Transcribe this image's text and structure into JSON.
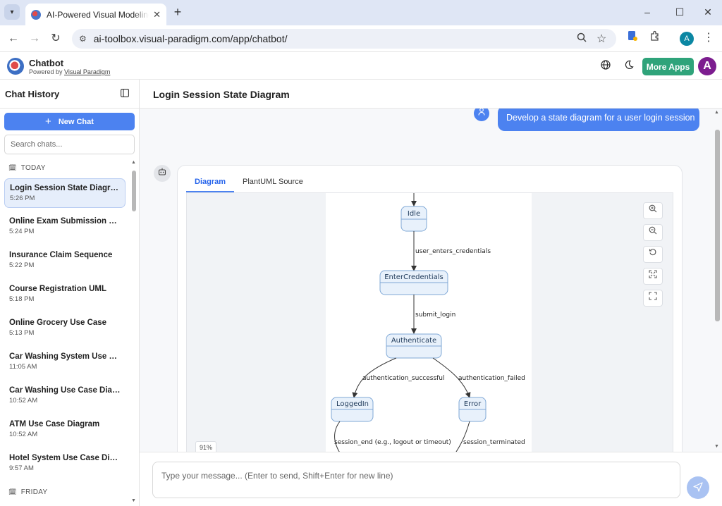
{
  "browser": {
    "tab_title": "AI-Powered Visual Modeling Chatbot",
    "url": "ai-toolbox.visual-paradigm.com/app/chatbot/",
    "profile_initial": "A"
  },
  "app": {
    "name": "Chatbot",
    "powered_by": "Powered by ",
    "powered_by_link": "Visual Paradigm",
    "more_apps_label": "More Apps",
    "avatar_initial": "A"
  },
  "sidebar": {
    "title": "Chat History",
    "new_chat_label": "New Chat",
    "search_placeholder": "Search chats...",
    "groups": [
      {
        "label": "TODAY"
      },
      {
        "label": "FRIDAY"
      }
    ],
    "items": [
      {
        "title": "Login Session State Diagram",
        "time": "5:26 PM",
        "active": true
      },
      {
        "title": "Online Exam Submission Diagram",
        "time": "5:24 PM"
      },
      {
        "title": "Insurance Claim Sequence",
        "time": "5:22 PM"
      },
      {
        "title": "Course Registration UML",
        "time": "5:18 PM"
      },
      {
        "title": "Online Grocery Use Case",
        "time": "5:13 PM"
      },
      {
        "title": "Car Washing System Use Case",
        "time": "11:05 AM"
      },
      {
        "title": "Car Washing Use Case Diagram",
        "time": "10:52 AM"
      },
      {
        "title": "ATM Use Case Diagram",
        "time": "10:52 AM"
      },
      {
        "title": "Hotel System Use Case Diagram",
        "time": "9:57 AM"
      }
    ]
  },
  "main": {
    "title": "Login Session State Diagram",
    "user_message": "Develop a state diagram for a user login session",
    "tabs": [
      {
        "label": "Diagram",
        "active": true
      },
      {
        "label": "PlantUML Source"
      }
    ],
    "zoom_percent": "91%",
    "input_placeholder": "Type your message... (Enter to send, Shift+Enter for new line)"
  },
  "diagram": {
    "states": {
      "idle": "Idle",
      "enter_credentials": "EnterCredentials",
      "authenticate": "Authenticate",
      "logged_in": "LoggedIn",
      "error": "Error"
    },
    "transitions": {
      "t1": "user_enters_credentials",
      "t2": "submit_login",
      "t3": "authentication_successful",
      "t4": "authentication_failed",
      "t5": "session_end (e.g., logout or timeout)",
      "t6": "session_terminated"
    },
    "colors": {
      "state_fill": "#e8f1fb",
      "state_stroke": "#7fa8d6",
      "text": "#1f3a5a"
    }
  },
  "colors": {
    "accent": "#4c82f0",
    "more_apps": "#2fa37a",
    "avatar": "#7c1d8f"
  }
}
